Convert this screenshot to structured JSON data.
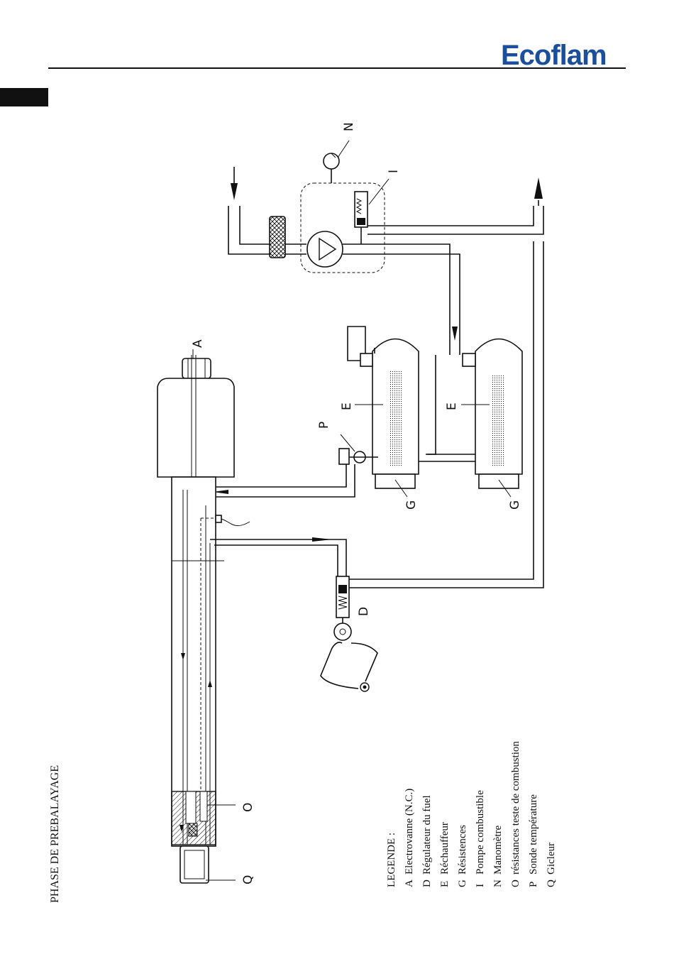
{
  "brand": {
    "name": "Ecoflam",
    "color": "#1b4f9c"
  },
  "page_title": "PHASE DE PREBALAYAGE",
  "labels": {
    "N": "N",
    "I": "I",
    "A": "A",
    "E1": "E",
    "E2": "E",
    "P": "P",
    "G1": "G",
    "G2": "G",
    "D": "D",
    "O": "O",
    "Q": "Q"
  },
  "legend": {
    "heading": "LEGENDE :",
    "items": [
      {
        "key": "A",
        "text": "Electrovanne (N.C.)"
      },
      {
        "key": "D",
        "text": "Régulateur du fuel"
      },
      {
        "key": "E",
        "text": "Réchauffeur"
      },
      {
        "key": "G",
        "text": "Résistences"
      },
      {
        "key": "I",
        "text": "Pompe combustible"
      },
      {
        "key": "N",
        "text": "Manomètre"
      },
      {
        "key": "O",
        "text": "résistances teste de combustion"
      },
      {
        "key": "P",
        "text": "Sonde température"
      },
      {
        "key": "Q",
        "text": "Gicleur"
      }
    ]
  }
}
